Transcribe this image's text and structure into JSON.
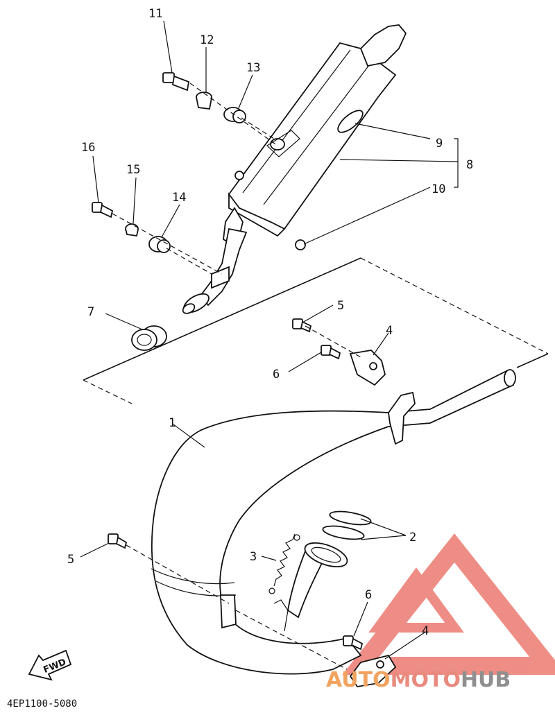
{
  "diagram": {
    "labels": {
      "p1": "1",
      "p2": "2",
      "p3": "3",
      "p4a": "4",
      "p4b": "4",
      "p5a": "5",
      "p5b": "5",
      "p6a": "6",
      "p6b": "6",
      "p7": "7",
      "p8": "8",
      "p9": "9",
      "p10": "10",
      "p11": "11",
      "p12": "12",
      "p13": "13",
      "p14": "14",
      "p15": "15",
      "p16": "16"
    },
    "drawing_code": "4EP1100-5080",
    "fwd_label": "FWD"
  },
  "watermark": {
    "part1": "AUTO",
    "part2": "MOTO",
    "part3": "HUB",
    "colors": {
      "auto": "#f2a35f",
      "moto": "#e98a7e",
      "hub": "#8f8f8f",
      "logo": "#e8655c"
    }
  }
}
